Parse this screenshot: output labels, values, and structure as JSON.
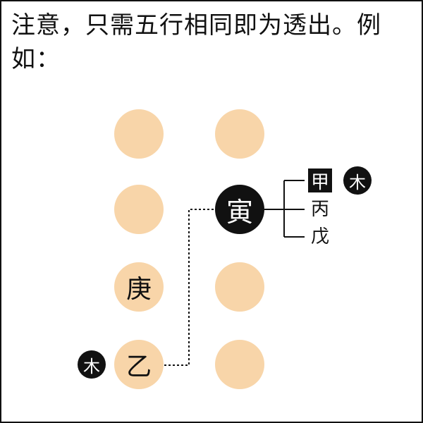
{
  "title": "注意，只需五行相同即为透出。例如：",
  "pillars": {
    "left": {
      "circles": [
        "",
        "",
        "庚",
        "乙"
      ]
    },
    "right": {
      "circles": [
        "",
        "寅",
        "",
        ""
      ]
    }
  },
  "branch_main": "寅",
  "hidden_stems": [
    "甲",
    "丙",
    "戊"
  ],
  "element_badge_top": "木",
  "element_badge_bottom": "木",
  "colors": {
    "circle_fill": "#f8d5a9",
    "dark": "#111111",
    "text": "#111111"
  }
}
